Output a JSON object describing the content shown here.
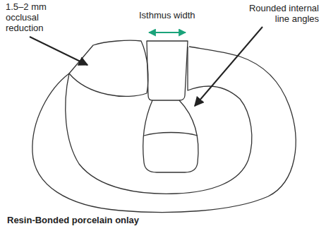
{
  "diagram": {
    "caption": "Resin-Bonded porcelain onlay",
    "labels": [
      "1.5–2 mm occlusal reduction",
      "Isthmus width",
      "Rounded internal line angles"
    ]
  }
}
